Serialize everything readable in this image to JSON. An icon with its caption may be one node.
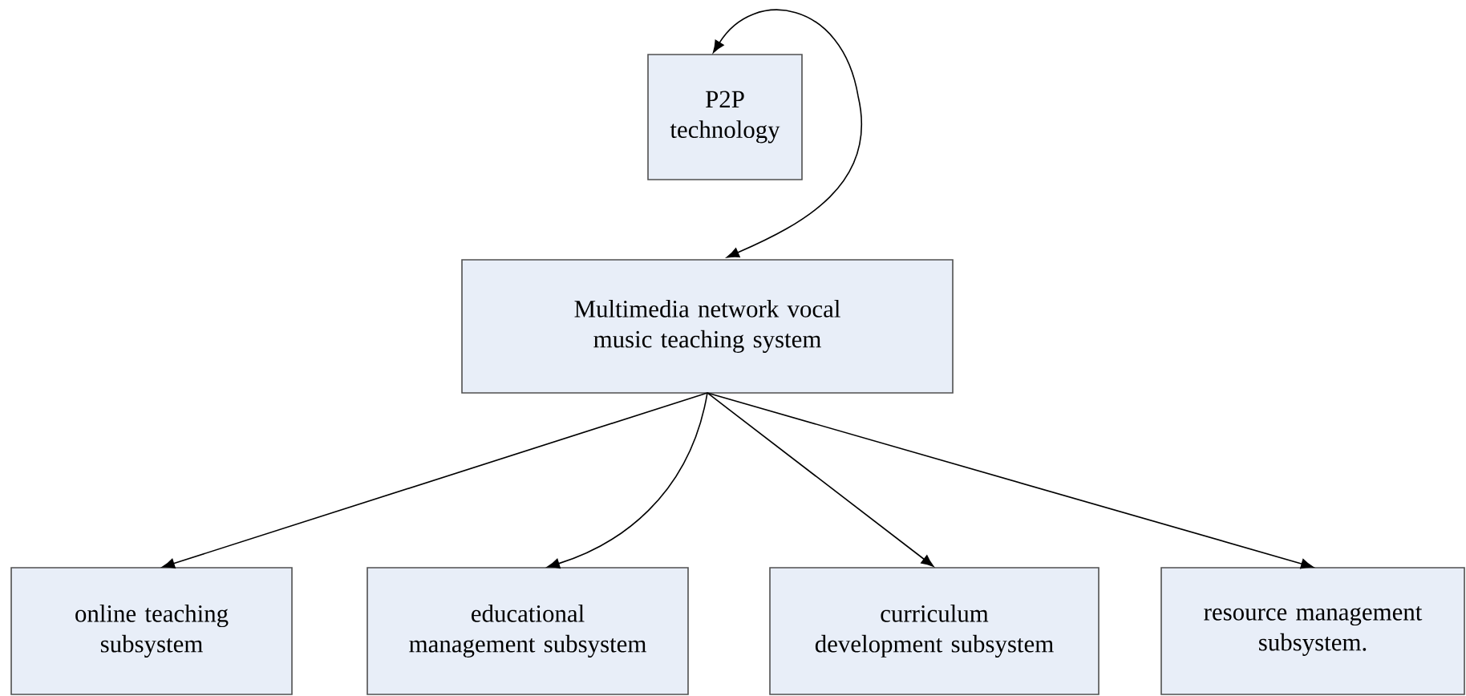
{
  "diagram": {
    "nodes": [
      {
        "text": [
          "P2P technology"
        ]
      },
      {
        "text": [
          "Multimedia network vocal music teaching system"
        ]
      },
      {
        "text": [
          "online teaching subsystem"
        ]
      },
      {
        "text": [
          "educational management subsystem"
        ]
      },
      {
        "text": [
          "curriculum development subsystem"
        ]
      },
      {
        "text": [
          "resource management subsystem."
        ]
      }
    ],
    "edges": [
      {
        "from": 0,
        "to": 1,
        "arrow": "both"
      },
      {
        "from": 1,
        "to": 2,
        "arrow": "to"
      },
      {
        "from": 1,
        "to": 3,
        "arrow": "to"
      },
      {
        "from": 1,
        "to": 4,
        "arrow": "to"
      },
      {
        "from": 1,
        "to": 5,
        "arrow": "to"
      }
    ]
  }
}
